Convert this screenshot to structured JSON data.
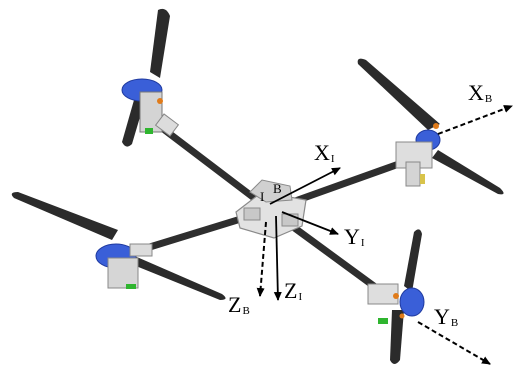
{
  "labels": {
    "xi": {
      "main": "X",
      "sub": "I"
    },
    "yi": {
      "main": "Y",
      "sub": "I"
    },
    "zi": {
      "main": "Z",
      "sub": "I"
    },
    "xb": {
      "main": "X",
      "sub": "B"
    },
    "yb": {
      "main": "Y",
      "sub": "B"
    },
    "zb": {
      "main": "Z",
      "sub": "B"
    },
    "origin_i": "I",
    "origin_b": "B"
  },
  "colors": {
    "blade": "#2b2b2b",
    "arm": "#333333",
    "hub": "#d8d8d8",
    "motor_blue": "#3a5fd8",
    "accent_orange": "#e07b1a",
    "accent_green": "#2fb52f",
    "axis": "#000000"
  }
}
